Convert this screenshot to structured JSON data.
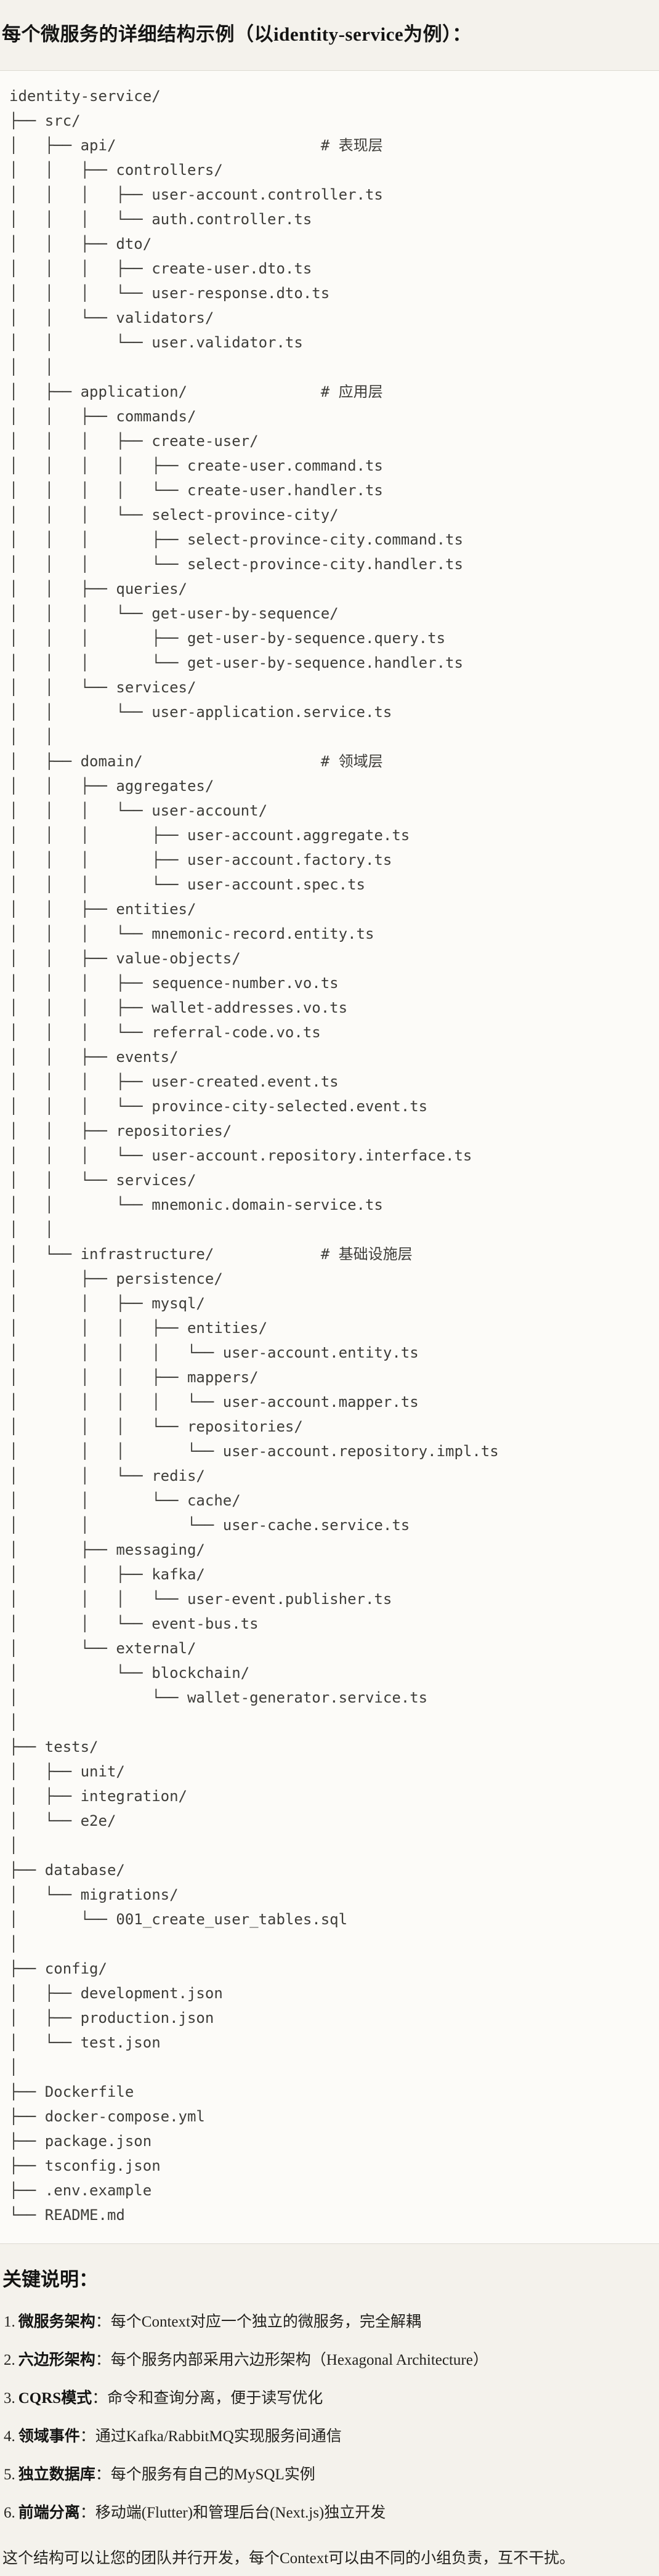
{
  "colors": {
    "page_bg": "#F4F2EC",
    "code_bg": "#FCFBF8",
    "border": "#DDDAD2",
    "title_ink": "#141413",
    "code_ink": "#3E3D39",
    "body_ink": "#23221E"
  },
  "header": {
    "title": "每个微服务的详细结构示例（以identity-service为例）："
  },
  "code_block": {
    "language": "plaintext",
    "tree_lines": [
      "identity-service/",
      "├── src/",
      "│   ├── api/                       # 表现层",
      "│   │   ├── controllers/",
      "│   │   │   ├── user-account.controller.ts",
      "│   │   │   └── auth.controller.ts",
      "│   │   ├── dto/",
      "│   │   │   ├── create-user.dto.ts",
      "│   │   │   └── user-response.dto.ts",
      "│   │   └── validators/",
      "│   │       └── user.validator.ts",
      "│   │",
      "│   ├── application/               # 应用层",
      "│   │   ├── commands/",
      "│   │   │   ├── create-user/",
      "│   │   │   │   ├── create-user.command.ts",
      "│   │   │   │   └── create-user.handler.ts",
      "│   │   │   └── select-province-city/",
      "│   │   │       ├── select-province-city.command.ts",
      "│   │   │       └── select-province-city.handler.ts",
      "│   │   ├── queries/",
      "│   │   │   └── get-user-by-sequence/",
      "│   │   │       ├── get-user-by-sequence.query.ts",
      "│   │   │       └── get-user-by-sequence.handler.ts",
      "│   │   └── services/",
      "│   │       └── user-application.service.ts",
      "│   │",
      "│   ├── domain/                    # 领域层",
      "│   │   ├── aggregates/",
      "│   │   │   └── user-account/",
      "│   │   │       ├── user-account.aggregate.ts",
      "│   │   │       ├── user-account.factory.ts",
      "│   │   │       └── user-account.spec.ts",
      "│   │   ├── entities/",
      "│   │   │   └── mnemonic-record.entity.ts",
      "│   │   ├── value-objects/",
      "│   │   │   ├── sequence-number.vo.ts",
      "│   │   │   ├── wallet-addresses.vo.ts",
      "│   │   │   └── referral-code.vo.ts",
      "│   │   ├── events/",
      "│   │   │   ├── user-created.event.ts",
      "│   │   │   └── province-city-selected.event.ts",
      "│   │   ├── repositories/",
      "│   │   │   └── user-account.repository.interface.ts",
      "│   │   └── services/",
      "│   │       └── mnemonic.domain-service.ts",
      "│   │",
      "│   └── infrastructure/            # 基础设施层",
      "│       ├── persistence/",
      "│       │   ├── mysql/",
      "│       │   │   ├── entities/",
      "│       │   │   │   └── user-account.entity.ts",
      "│       │   │   ├── mappers/",
      "│       │   │   │   └── user-account.mapper.ts",
      "│       │   │   └── repositories/",
      "│       │   │       └── user-account.repository.impl.ts",
      "│       │   └── redis/",
      "│       │       └── cache/",
      "│       │           └── user-cache.service.ts",
      "│       ├── messaging/",
      "│       │   ├── kafka/",
      "│       │   │   └── user-event.publisher.ts",
      "│       │   └── event-bus.ts",
      "│       └── external/",
      "│           └── blockchain/",
      "│               └── wallet-generator.service.ts",
      "│",
      "├── tests/",
      "│   ├── unit/",
      "│   ├── integration/",
      "│   └── e2e/",
      "│",
      "├── database/",
      "│   └── migrations/",
      "│       └── 001_create_user_tables.sql",
      "│",
      "├── config/",
      "│   ├── development.json",
      "│   ├── production.json",
      "│   └── test.json",
      "│",
      "├── Dockerfile",
      "├── docker-compose.yml",
      "├── package.json",
      "├── tsconfig.json",
      "├── .env.example",
      "└── README.md"
    ]
  },
  "notes": {
    "heading": "关键说明：",
    "items": [
      {
        "num": "1.",
        "term": "微服务架构",
        "desc": "：每个Context对应一个独立的微服务，完全解耦"
      },
      {
        "num": "2.",
        "term": "六边形架构",
        "desc": "：每个服务内部采用六边形架构（Hexagonal Architecture）"
      },
      {
        "num": "3.",
        "term": "CQRS模式",
        "desc": "：命令和查询分离，便于读写优化"
      },
      {
        "num": "4.",
        "term": "领域事件",
        "desc": "：通过Kafka/RabbitMQ实现服务间通信"
      },
      {
        "num": "5.",
        "term": "独立数据库",
        "desc": "：每个服务有自己的MySQL实例"
      },
      {
        "num": "6.",
        "term": "前端分离",
        "desc": "：移动端(Flutter)和管理后台(Next.js)独立开发"
      }
    ],
    "footer": "这个结构可以让您的团队并行开发，每个Context可以由不同的小组负责，互不干扰。"
  }
}
